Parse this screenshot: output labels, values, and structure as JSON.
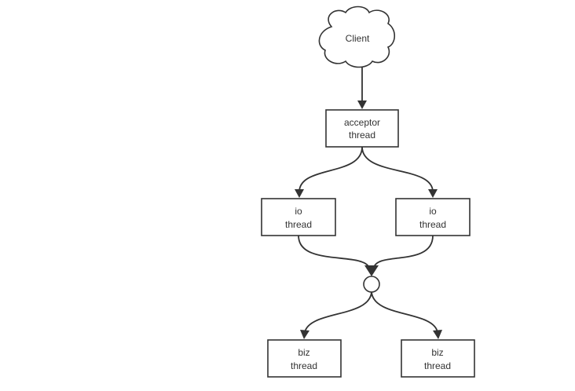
{
  "diagram": {
    "client": {
      "label": "Client"
    },
    "acceptor": {
      "line1": "acceptor",
      "line2": "thread"
    },
    "io_left": {
      "line1": "io",
      "line2": "thread"
    },
    "io_right": {
      "line1": "io",
      "line2": "thread"
    },
    "biz_left": {
      "line1": "biz",
      "line2": "thread"
    },
    "biz_right": {
      "line1": "biz",
      "line2": "thread"
    }
  },
  "colors": {
    "stroke": "#333333",
    "background": "#ffffff"
  }
}
